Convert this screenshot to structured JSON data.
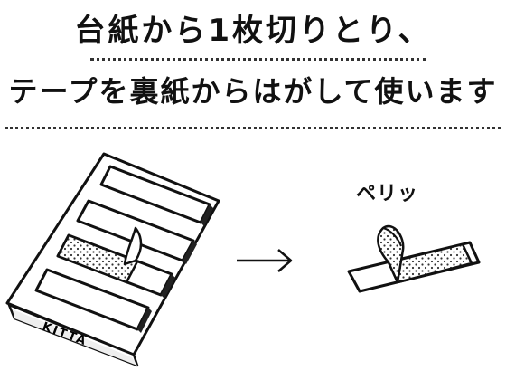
{
  "heading": {
    "line1": "台紙から1枚切りとり、",
    "line2": "テープを裏紙からはがして使います"
  },
  "illustration": {
    "brand": "KITTA",
    "peel_sound": "ペリッ",
    "arrow": "→"
  }
}
